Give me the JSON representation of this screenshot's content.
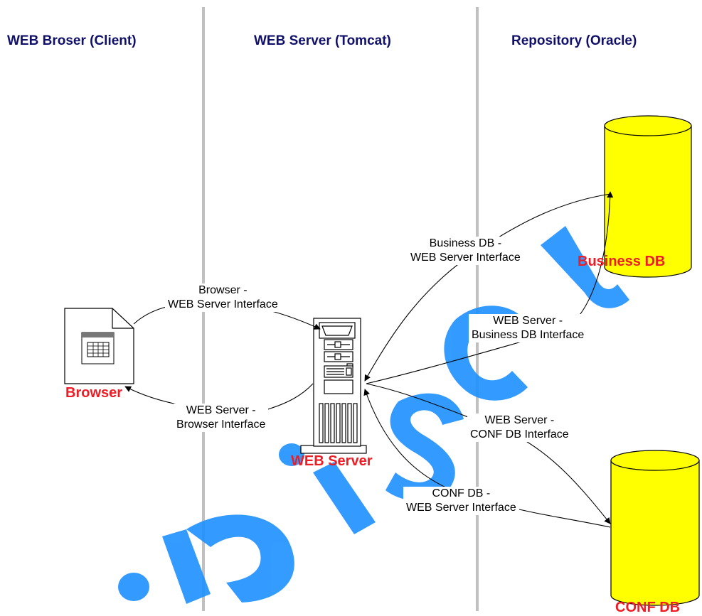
{
  "lanes": [
    {
      "title": "WEB Broser (Client)"
    },
    {
      "title": "WEB Server (Tomcat)"
    },
    {
      "title": "Repository (Oracle)"
    }
  ],
  "nodes": {
    "browser": {
      "label": "Browser",
      "icon": "browser-document-icon"
    },
    "web_server": {
      "label": "WEB Server",
      "icon": "server-tower-icon"
    },
    "business_db": {
      "label": "Business DB",
      "icon": "database-cylinder-icon"
    },
    "conf_db": {
      "label": "CONF DB",
      "icon": "database-cylinder-icon"
    }
  },
  "edges": {
    "browser_to_server": {
      "line1": "Browser -",
      "line2": "WEB Server Interface"
    },
    "server_to_browser": {
      "line1": "WEB Server -",
      "line2": "Browser Interface"
    },
    "business_to_server": {
      "line1": "Business DB -",
      "line2": "WEB Server Interface"
    },
    "server_to_business": {
      "line1": "WEB Server -",
      "line2": "Business DB Interface"
    },
    "server_to_conf": {
      "line1": "WEB Server -",
      "line2": "CONF DB Interface"
    },
    "conf_to_server": {
      "line1": "CONF DB -",
      "line2": "WEB Server Interface"
    }
  },
  "colors": {
    "lane_title": "#10106a",
    "node_label": "#ee1c24",
    "database_fill": "#ffff00",
    "lane_divider": "#c0c0c0",
    "watermark": "#1e90ff"
  }
}
